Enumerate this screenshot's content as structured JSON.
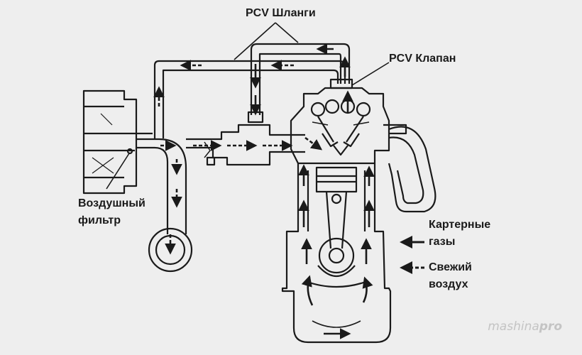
{
  "labels": {
    "pcv_hoses": "PCV Шланги",
    "pcv_valve": "PCV Клапан",
    "air_filter_line1": "Воздушный",
    "air_filter_line2": "фильтр",
    "blowby_line1": "Картерные",
    "blowby_line2": "газы",
    "fresh_air_line1": "Свежий",
    "fresh_air_line2": "воздух"
  },
  "watermark": {
    "prefix": "mashina",
    "suffix": "pro"
  },
  "colors": {
    "background": "#eeeeee",
    "ink": "#1a1a1a",
    "watermark": "#c4c4c4"
  },
  "legend": [
    {
      "line_style": "solid",
      "meaning_key": "blowby"
    },
    {
      "line_style": "dashed",
      "meaning_key": "fresh_air"
    }
  ]
}
